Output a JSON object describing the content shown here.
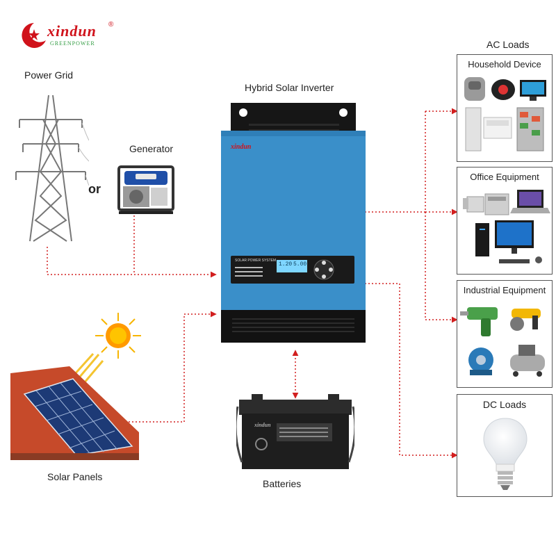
{
  "brand": {
    "name": "xindun",
    "registered": "®",
    "tagline": "GREENPOWER"
  },
  "sources": {
    "power_grid": "Power Grid",
    "or": "or",
    "generator": "Generator",
    "solar_panels": "Solar Panels",
    "batteries": "Batteries"
  },
  "inverter": {
    "title": "Hybrid Solar Inverter",
    "badge": "xindun",
    "panel_heading": "SOLAR POWER SYSTEM",
    "lcd": "1.20",
    "lcd2": "5.00"
  },
  "battery_label": "xindun",
  "loads": {
    "ac_title": "AC Loads",
    "household": "Household Device",
    "office": "Office Equipment",
    "industrial": "Industrial Equipment",
    "dc": "DC Loads"
  },
  "colors": {
    "wire": "#d21f1f",
    "inverter": "#3a8fc9",
    "brand_red": "#d0121b",
    "brand_green": "#2e9a3f"
  }
}
